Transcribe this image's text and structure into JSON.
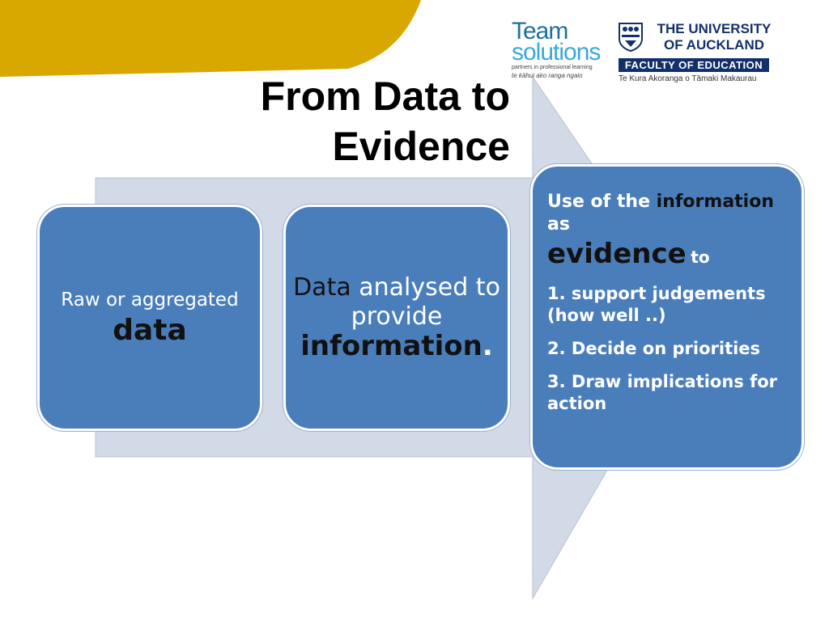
{
  "title": {
    "line1": "From Data to",
    "line2": "Evidence"
  },
  "logos": {
    "team_solutions": {
      "line1": "Team",
      "line2": "solutions",
      "tagline": "partners in professional learning",
      "maori": "te kāhui ako ranga ngaio"
    },
    "university": {
      "line1": "THE UNIVERSITY",
      "line2": "OF AUCKLAND",
      "faculty": "FACULTY OF EDUCATION",
      "maori": "Te Kura Akoranga o Tāmaki Makaurau"
    }
  },
  "boxes": {
    "raw": {
      "line1": "Raw or aggregated",
      "line2": "data"
    },
    "analysed": {
      "w1": "Data",
      "w2": "analysed to",
      "w3": "provide",
      "w4": "information",
      "w5": "."
    },
    "evidence": {
      "p1": "Use of the",
      "p2": "information",
      "p3": "as",
      "p4": "evidence",
      "p5": "to",
      "items": [
        "1.  support judgements (how well ..)",
        "2. Decide on priorities",
        "3. Draw implications for action"
      ]
    }
  },
  "colors": {
    "box_fill": "#4a7ebb",
    "arrow_fill": "#d2dae8",
    "corner_accent": "#d9a800"
  }
}
